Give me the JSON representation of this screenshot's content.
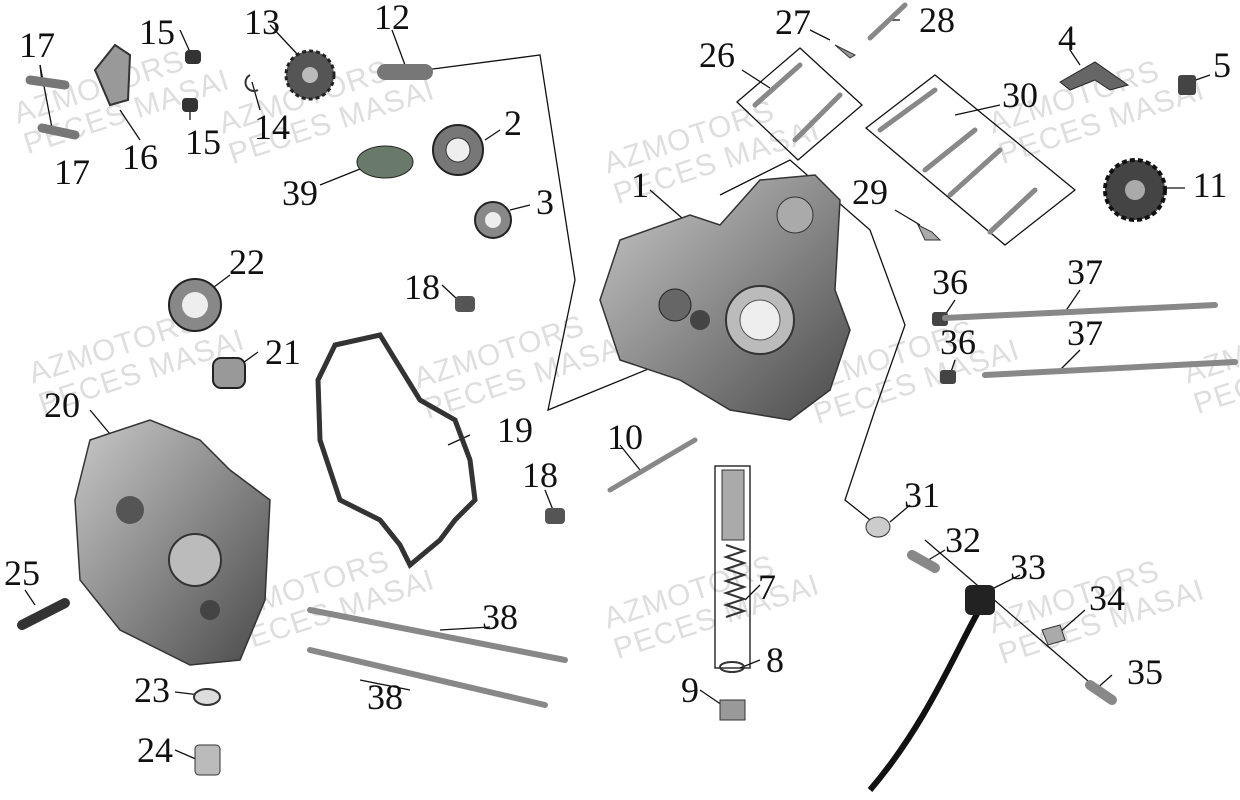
{
  "colors": {
    "ink": "#111111",
    "part_fill": "#8a8a8a",
    "part_dark": "#3a3a3a",
    "watermark": "#a0a0a0"
  },
  "watermark": {
    "line1": "AZMOTORS",
    "line2": "PECES MASAI"
  },
  "callouts": [
    "1",
    "2",
    "3",
    "4",
    "5",
    "7",
    "8",
    "9",
    "10",
    "11",
    "12",
    "13",
    "14",
    "15",
    "15",
    "16",
    "17",
    "17",
    "18",
    "18",
    "19",
    "20",
    "21",
    "22",
    "23",
    "24",
    "25",
    "26",
    "27",
    "28",
    "29",
    "30",
    "31",
    "32",
    "33",
    "34",
    "35",
    "36",
    "36",
    "37",
    "37",
    "38",
    "38",
    "39"
  ]
}
